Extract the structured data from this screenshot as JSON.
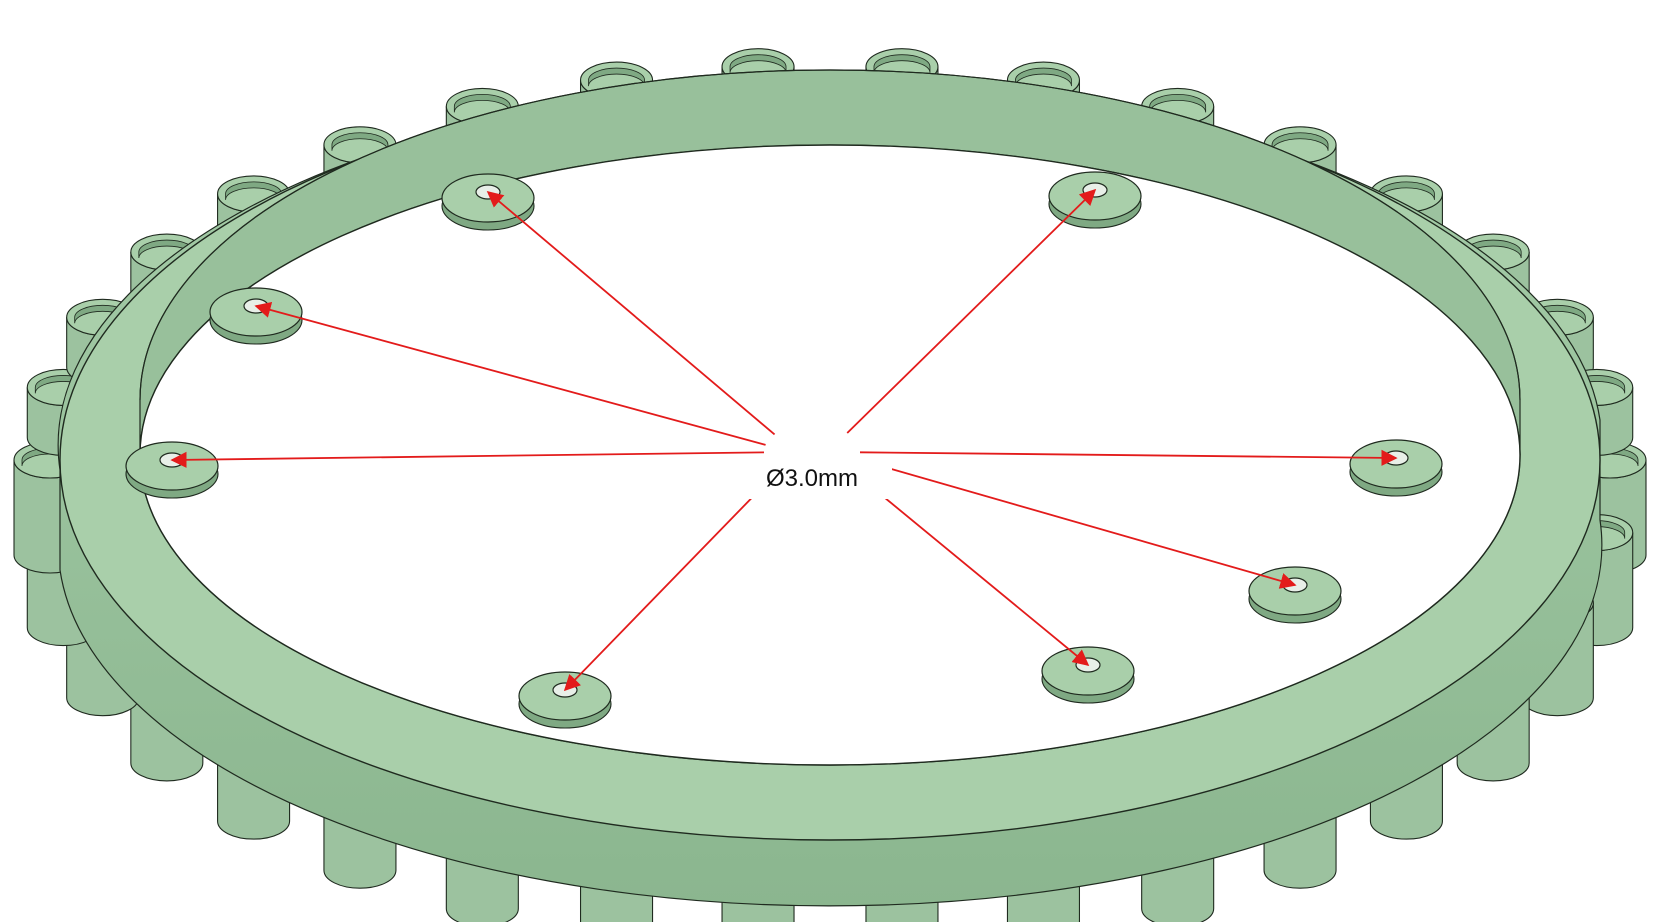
{
  "diagram": {
    "callout": {
      "label": "Ø3.0mm"
    },
    "targets": [
      {
        "name": "hole-top-left"
      },
      {
        "name": "hole-top-right"
      },
      {
        "name": "hole-upper-left"
      },
      {
        "name": "hole-left"
      },
      {
        "name": "hole-right"
      },
      {
        "name": "hole-lower-right"
      },
      {
        "name": "hole-bottom-right"
      },
      {
        "name": "hole-bottom-left"
      }
    ]
  },
  "colors": {
    "part_face": "#9cc29f",
    "part_top": "#a9cfaa",
    "part_shade": "#7fa983",
    "part_edge": "#1f2a1f",
    "arrow": "#e31b1b",
    "background": "#ffffff"
  }
}
